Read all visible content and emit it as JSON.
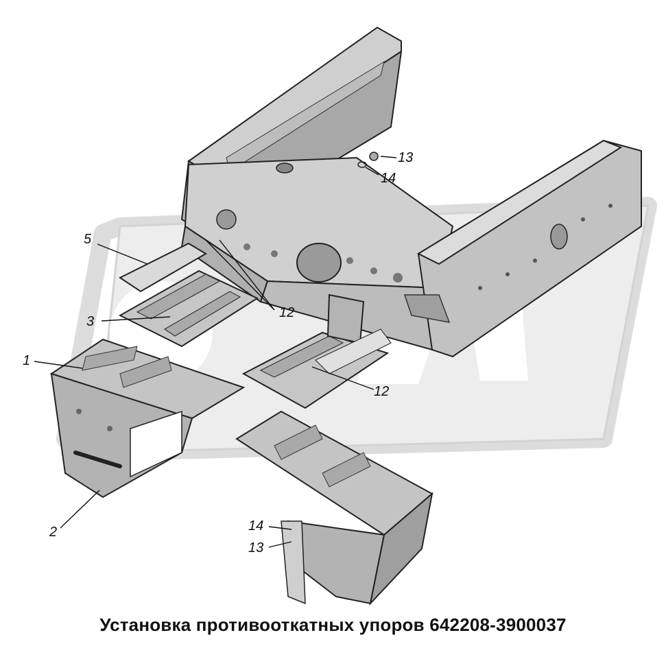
{
  "caption": "Установка противооткатных упоров 642208-3900037",
  "callouts": {
    "c1": "1",
    "c2": "2",
    "c3": "3",
    "c5": "5",
    "c12a": "12",
    "c12b": "12",
    "c13a": "13",
    "c13b": "13",
    "c14a": "14",
    "c14b": "14"
  },
  "colors": {
    "part_fill": "#c8c8c8",
    "part_dark": "#9a9a9a",
    "outline": "#222222",
    "watermark": "#d6d6d6"
  }
}
